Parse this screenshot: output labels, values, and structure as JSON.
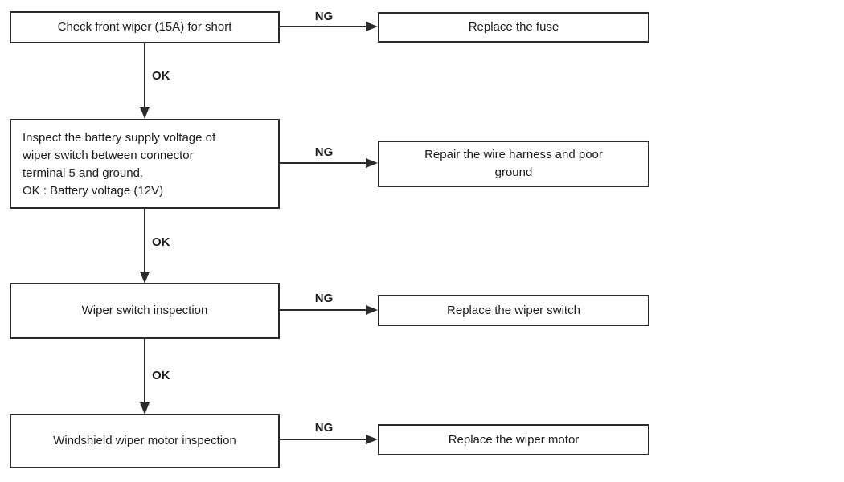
{
  "flowchart": {
    "rows": [
      {
        "step": "Check front wiper (15A) for short",
        "ng": "NG",
        "remedy": "Replace the fuse"
      },
      {
        "step": "Inspect the battery supply voltage of\nwiper switch between connector\nterminal 5 and ground.\nOK : Battery voltage (12V)",
        "ng": "NG",
        "remedy": "Repair the wire harness and poor\nground"
      },
      {
        "step": "Wiper switch inspection",
        "ng": "NG",
        "remedy": "Replace the wiper switch"
      },
      {
        "step": "Windshield wiper motor inspection",
        "ng": "NG",
        "remedy": "Replace the wiper motor"
      }
    ],
    "ok_labels": [
      "OK",
      "OK",
      "OK"
    ],
    "colors": {
      "line": "#2b2b2b",
      "background": "#ffffff",
      "text": "#1c1c1c"
    }
  }
}
